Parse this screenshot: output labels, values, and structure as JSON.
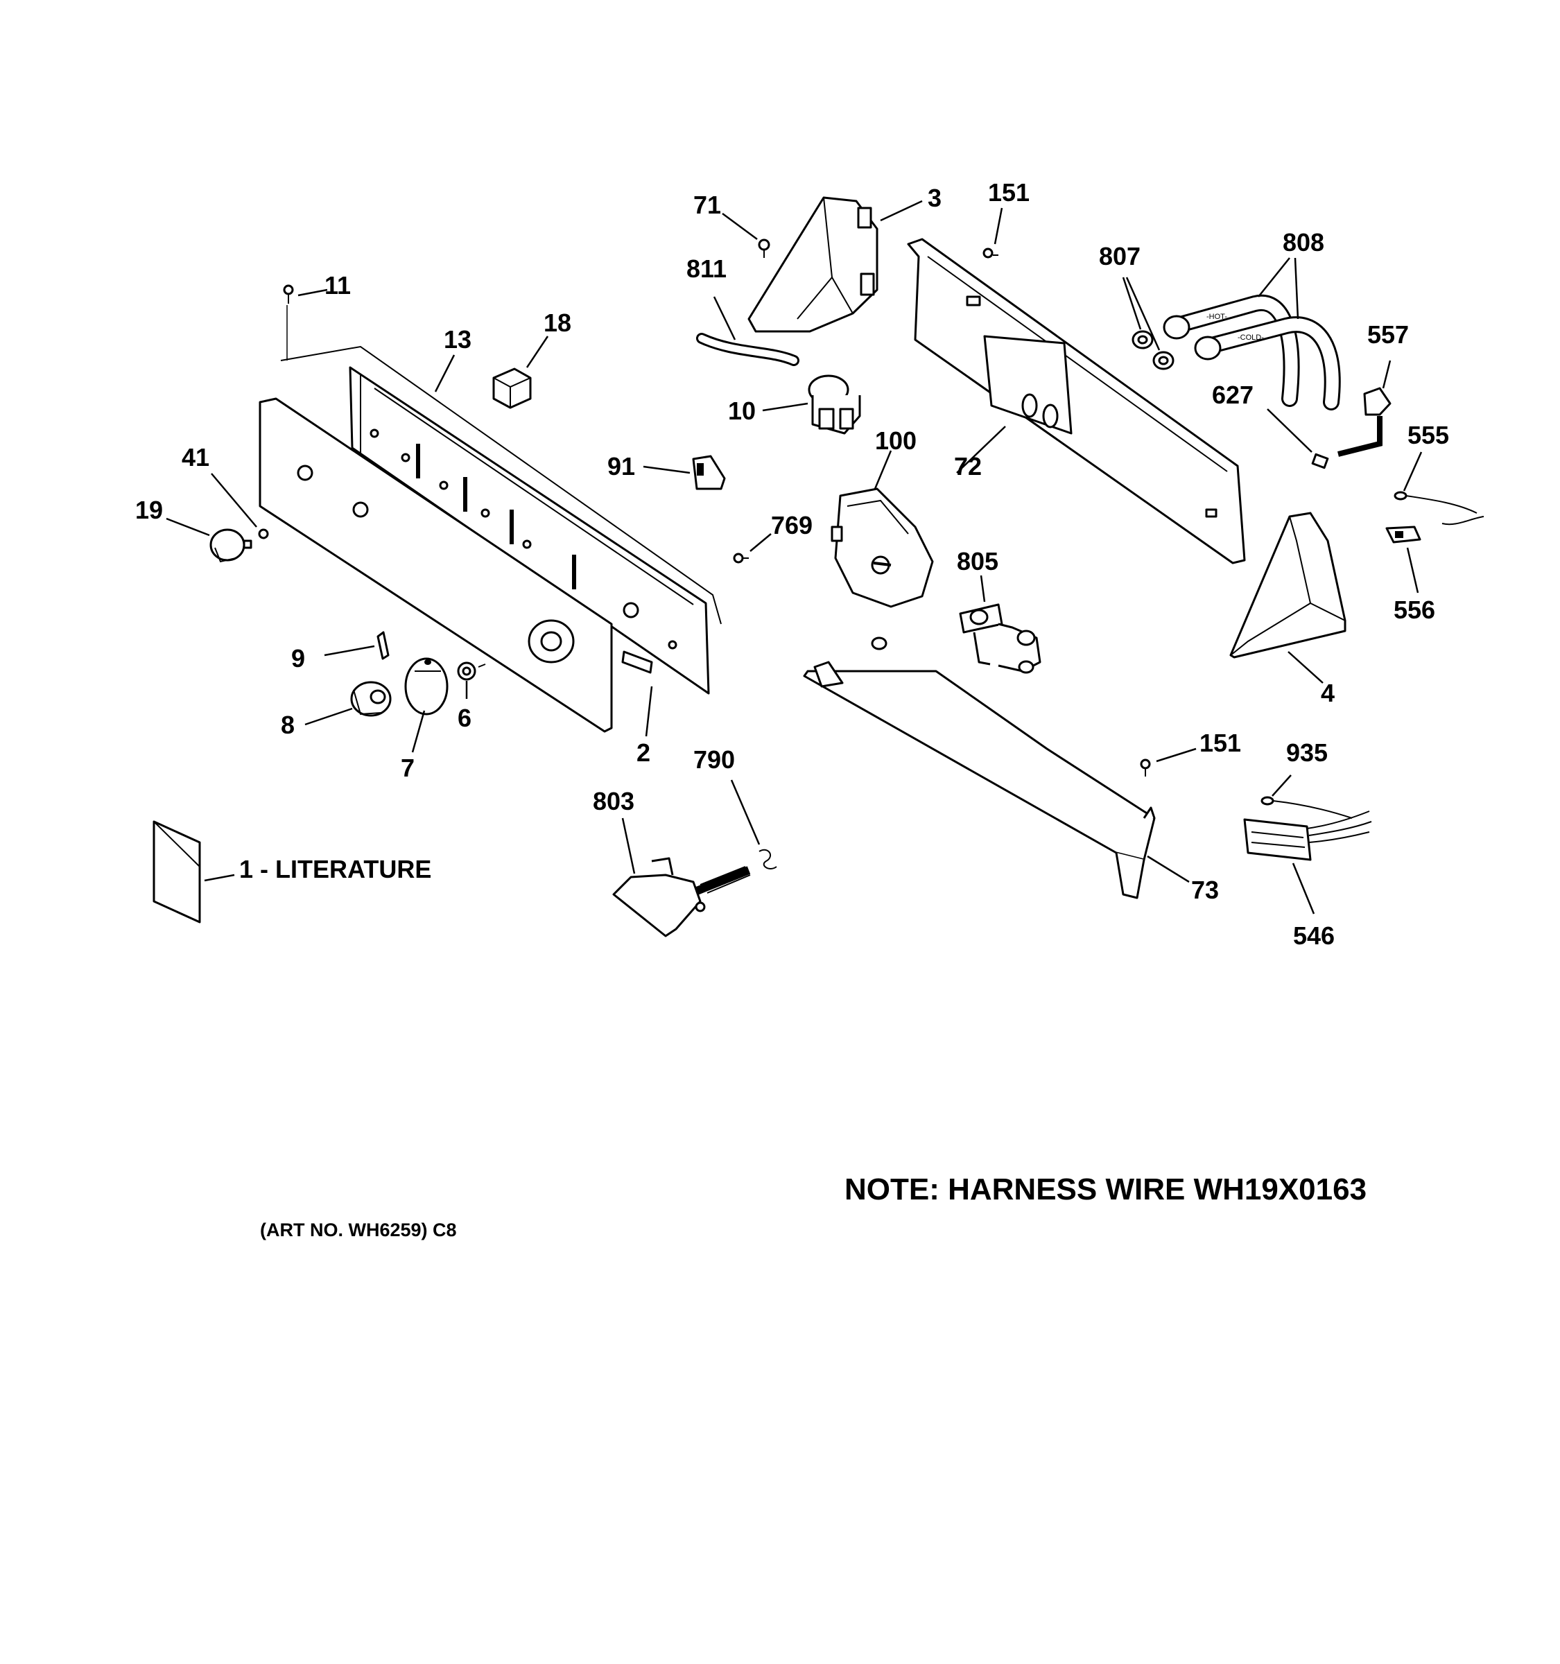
{
  "callouts": {
    "c71": "71",
    "c3": "3",
    "c151a": "151",
    "c807": "807",
    "c808": "808",
    "c811": "811",
    "c11": "11",
    "c13": "13",
    "c18": "18",
    "c557": "557",
    "c10": "10",
    "c627": "627",
    "c555": "555",
    "c41": "41",
    "c100": "100",
    "c72": "72",
    "c91": "91",
    "c19": "19",
    "c769": "769",
    "c805": "805",
    "c556": "556",
    "c9": "9",
    "c4": "4",
    "c6": "6",
    "c8": "8",
    "c2": "2",
    "c7": "7",
    "c151b": "151",
    "c935": "935",
    "c790": "790",
    "c803": "803",
    "c73": "73",
    "c546": "546"
  },
  "hose_marks": {
    "hot": "-HOT-",
    "cold": "-COLD-"
  },
  "literature_label": "1 - LITERATURE",
  "note": "NOTE: HARNESS WIRE WH19X0163",
  "art_number": "(ART NO. WH6259) C8"
}
